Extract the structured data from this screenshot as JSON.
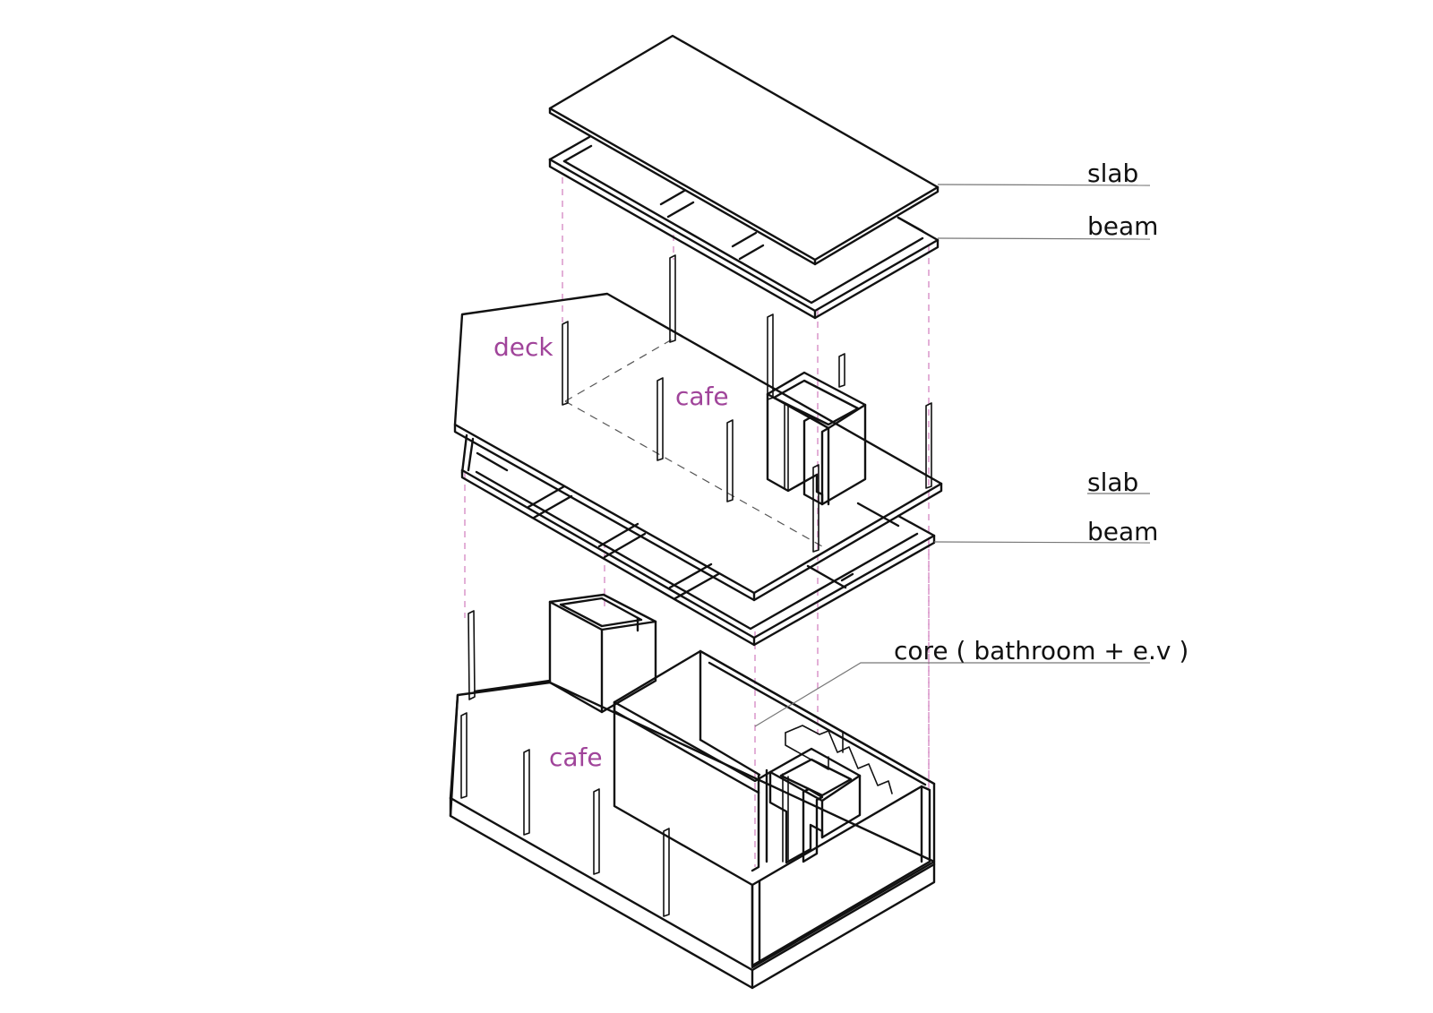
{
  "labels": {
    "slab_top": "slab",
    "beam_top": "beam",
    "slab_mid": "slab",
    "beam_mid": "beam",
    "core": "core ( bathroom + e.v )"
  },
  "zones": {
    "deck": "deck",
    "cafe_upper": "cafe",
    "cafe_lower": "cafe"
  },
  "colors": {
    "line": "#111111",
    "zone_text": "#a0449a",
    "projection_dash": "#d78fc6",
    "leader": "#777777"
  }
}
